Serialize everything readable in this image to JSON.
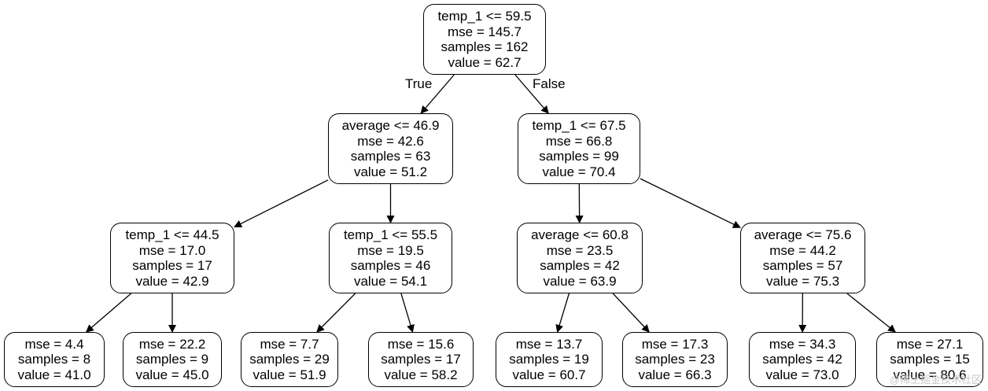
{
  "nodes": [
    {
      "id": "n0",
      "lines": [
        "temp_1 <= 59.5",
        "mse = 145.7",
        "samples = 162",
        "value = 62.7"
      ]
    },
    {
      "id": "n1",
      "lines": [
        "average <= 46.9",
        "mse = 42.6",
        "samples = 63",
        "value = 51.2"
      ]
    },
    {
      "id": "n2",
      "lines": [
        "temp_1 <= 67.5",
        "mse = 66.8",
        "samples = 99",
        "value = 70.4"
      ]
    },
    {
      "id": "n3",
      "lines": [
        "temp_1 <= 44.5",
        "mse = 17.0",
        "samples = 17",
        "value = 42.9"
      ]
    },
    {
      "id": "n4",
      "lines": [
        "temp_1 <= 55.5",
        "mse = 19.5",
        "samples = 46",
        "value = 54.1"
      ]
    },
    {
      "id": "n5",
      "lines": [
        "average <= 60.8",
        "mse = 23.5",
        "samples = 42",
        "value = 63.9"
      ]
    },
    {
      "id": "n6",
      "lines": [
        "average <= 75.6",
        "mse = 44.2",
        "samples = 57",
        "value = 75.3"
      ]
    },
    {
      "id": "n7",
      "lines": [
        "mse = 4.4",
        "samples = 8",
        "value = 41.0"
      ]
    },
    {
      "id": "n8",
      "lines": [
        "mse = 22.2",
        "samples = 9",
        "value = 45.0"
      ]
    },
    {
      "id": "n9",
      "lines": [
        "mse = 7.7",
        "samples = 29",
        "value = 51.9"
      ]
    },
    {
      "id": "n10",
      "lines": [
        "mse = 15.6",
        "samples = 17",
        "value = 58.2"
      ]
    },
    {
      "id": "n11",
      "lines": [
        "mse = 13.7",
        "samples = 19",
        "value = 60.7"
      ]
    },
    {
      "id": "n12",
      "lines": [
        "mse = 17.3",
        "samples = 23",
        "value = 66.3"
      ]
    },
    {
      "id": "n13",
      "lines": [
        "mse = 34.3",
        "samples = 42",
        "value = 73.0"
      ]
    },
    {
      "id": "n14",
      "lines": [
        "mse = 27.1",
        "samples = 15",
        "value = 80.6"
      ]
    }
  ],
  "edges": [
    {
      "from": "n0",
      "to": "n1",
      "label": "True"
    },
    {
      "from": "n0",
      "to": "n2",
      "label": "False"
    },
    {
      "from": "n1",
      "to": "n3"
    },
    {
      "from": "n1",
      "to": "n4"
    },
    {
      "from": "n2",
      "to": "n5"
    },
    {
      "from": "n2",
      "to": "n6"
    },
    {
      "from": "n3",
      "to": "n7"
    },
    {
      "from": "n3",
      "to": "n8"
    },
    {
      "from": "n4",
      "to": "n9"
    },
    {
      "from": "n4",
      "to": "n10"
    },
    {
      "from": "n5",
      "to": "n11"
    },
    {
      "from": "n5",
      "to": "n12"
    },
    {
      "from": "n6",
      "to": "n13"
    },
    {
      "from": "n6",
      "to": "n14"
    }
  ],
  "watermark": "@稀土掘金技术社区"
}
